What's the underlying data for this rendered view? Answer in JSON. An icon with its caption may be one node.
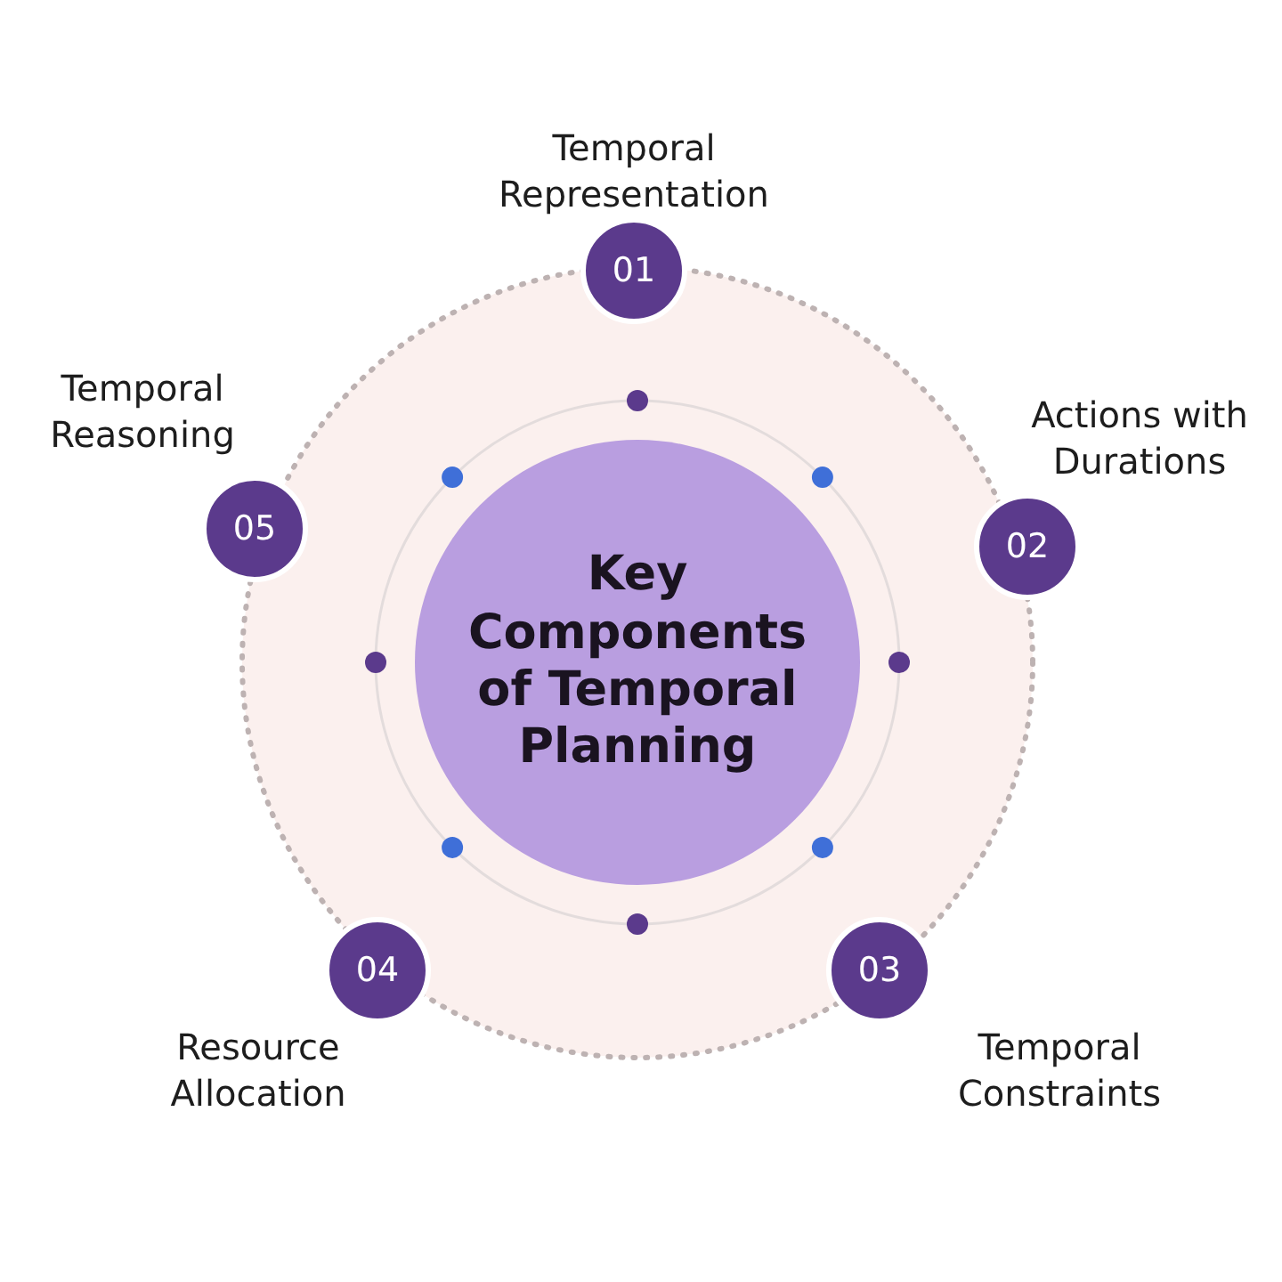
{
  "diagram": {
    "nodes": [
      {
        "text": [
          "Key Components of Temporal Planning"
        ]
      },
      {
        "text": [
          "01"
        ],
        "beside": [
          "Temporal Representation"
        ]
      },
      {
        "text": [
          "02"
        ],
        "beside": [
          "Actions with Durations"
        ]
      },
      {
        "text": [
          "03"
        ],
        "beside": [
          "Temporal Constraints"
        ]
      },
      {
        "text": [
          "04"
        ],
        "beside": [
          "Resource Allocation"
        ]
      },
      {
        "text": [
          "05"
        ],
        "beside": [
          "Temporal Reasoning"
        ]
      }
    ],
    "edges": []
  }
}
